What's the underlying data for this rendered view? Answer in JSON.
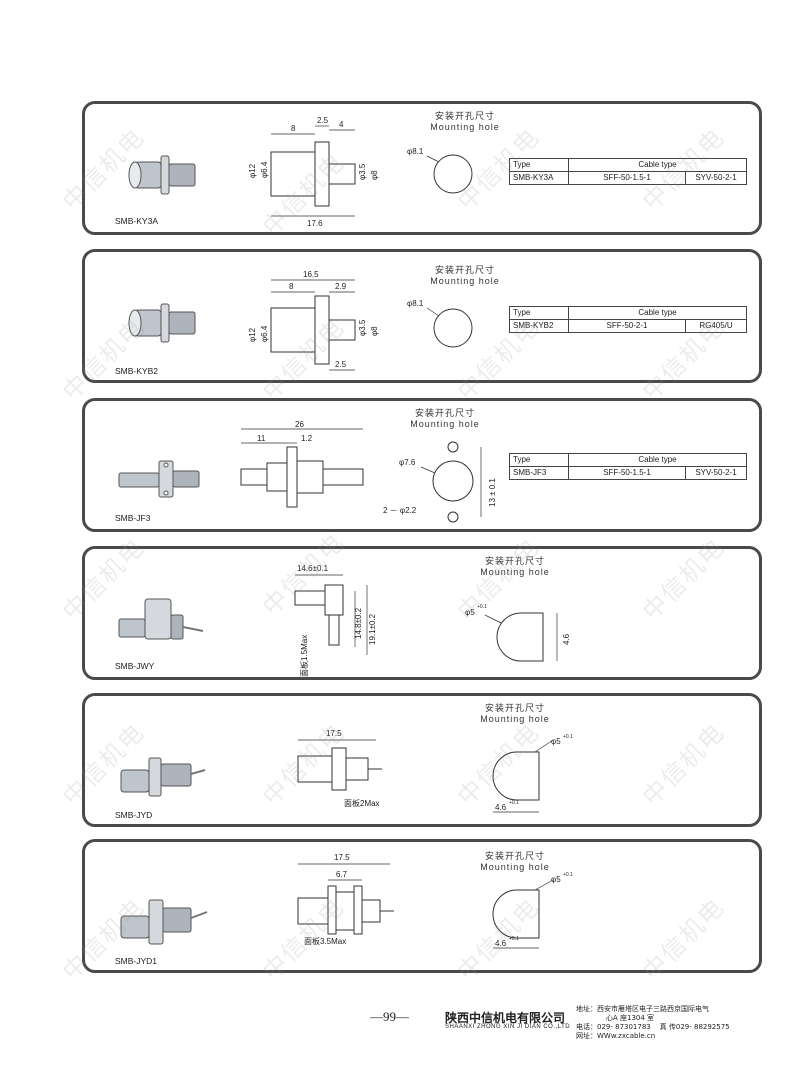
{
  "panels": [
    {
      "model": "SMB-KY3A",
      "mounting_cn": "安装开孔尺寸",
      "mounting_en": "Mounting hole",
      "dims": [
        "8",
        "2.5",
        "4",
        "φ12",
        "φ6.4",
        "φ3.5",
        "φ8",
        "17.6"
      ],
      "hole_dim": "φ8.1",
      "table": {
        "h1": "Type",
        "h2": "Cable type",
        "type": "SMB-KY3A",
        "c1": "SFF-50-1.5-1",
        "c2": "SYV-50-2-1"
      }
    },
    {
      "model": "SMB-KYB2",
      "mounting_cn": "安装开孔尺寸",
      "mounting_en": "Mounting hole",
      "dims": [
        "16.5",
        "8",
        "2.9",
        "φ12",
        "φ6.4",
        "φ3.5",
        "φ8",
        "2.5"
      ],
      "hole_dim": "φ8.1",
      "table": {
        "h1": "Type",
        "h2": "Cable type",
        "type": "SMB-KYB2",
        "c1": "SFF-50-2-1",
        "c2": "RG405/U"
      }
    },
    {
      "model": "SMB-JF3",
      "mounting_cn": "安装开孔尺寸",
      "mounting_en": "Mounting hole",
      "dims": [
        "26",
        "11",
        "1.2"
      ],
      "hole_dim": "φ7.6",
      "hole_dim2": "13 ± 0.1",
      "hole_dim3": "2 － φ2.2",
      "table": {
        "h1": "Type",
        "h2": "Cable type",
        "type": "SMB-JF3",
        "c1": "SFF-50-1.5-1",
        "c2": "SYV-50-2-1"
      }
    },
    {
      "model": "SMB-JWY",
      "mounting_cn": "安装开孔尺寸",
      "mounting_en": "Mounting hole",
      "dims": [
        "14.6±0.1",
        "14.8±0.2",
        "19.1±0.2",
        "面板1.5Max"
      ],
      "hole_dim": "φ5",
      "hole_tol": "+0.1",
      "hole_dim2": "4.6"
    },
    {
      "model": "SMB-JYD",
      "mounting_cn": "安装开孔尺寸",
      "mounting_en": "Mounting hole",
      "dims": [
        "17.5",
        "面板2Max"
      ],
      "hole_dim": "φ5",
      "hole_tol": "+0.1",
      "hole_dim2": "4.6",
      "hole_tol2": "+0.1"
    },
    {
      "model": "SMB-JYD1",
      "mounting_cn": "安装开孔尺寸",
      "mounting_en": "Mounting hole",
      "dims": [
        "17.5",
        "6.7",
        "面板3.5Max"
      ],
      "hole_dim": "φ5",
      "hole_tol": "+0.1",
      "hole_dim2": "4.6",
      "hole_tol2": "+0.1"
    }
  ],
  "watermark": "中信机电",
  "footer": {
    "page_number": "—99—",
    "company_cn": "陕西中信机电有限公司",
    "company_en": "SHAANXI ZHONG XIN JI DIAN CO.,LTD",
    "address_1": "地址：西安市雁塔区电子三路西京国际电气",
    "address_2": "心A 座1304 室",
    "phone": "电话：029- 87301783",
    "fax": "真 传029- 88292575",
    "web": "网址：WWw.zxcable.cn"
  }
}
